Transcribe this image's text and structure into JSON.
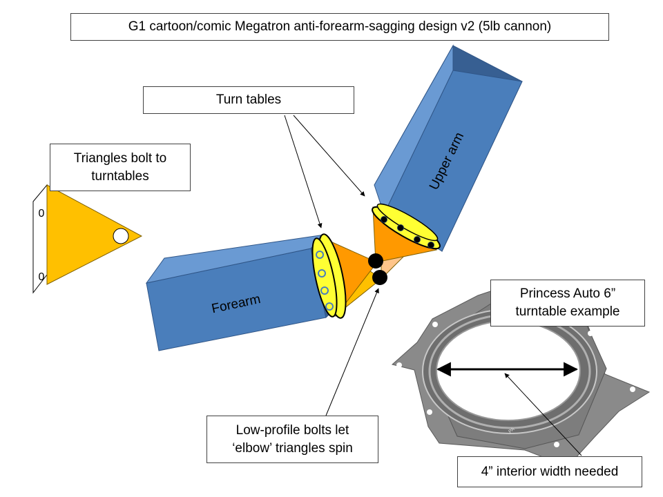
{
  "title": "G1 cartoon/comic Megatron anti-forearm-sagging design v2 (5lb cannon)",
  "labels": {
    "turn_tables": "Turn tables",
    "triangles": "Triangles bolt to turntables",
    "upper_arm": "Upper arm",
    "forearm": "Forearm",
    "princess": "Princess Auto 6” turntable example",
    "bolts": "Low-profile bolts let ‘elbow’ triangles spin",
    "interior": "4” interior width needed",
    "zero_top": "0",
    "zero_bottom": "0",
    "plate_marking": "PA"
  },
  "colors": {
    "box_face": "#4a7ebb",
    "box_top": "#6a9ad3",
    "box_side": "#375f92",
    "triangle": "#ffc000",
    "turntable": "#ffff33",
    "elbow": "#ff9900",
    "plate": "#8a8a8a"
  }
}
